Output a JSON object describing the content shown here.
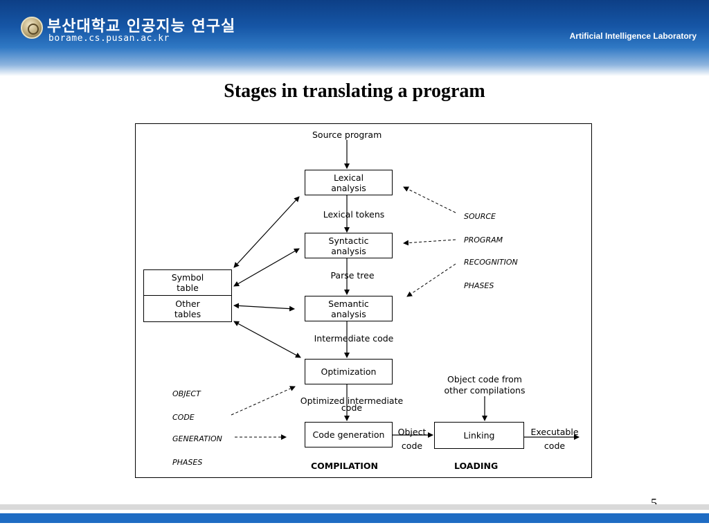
{
  "header": {
    "lab_korean": "부산대학교 인공지능 연구실",
    "lab_url": "borame.cs.pusan.ac.kr",
    "lab_english": "Artificial Intelligence Laboratory"
  },
  "slide": {
    "title": "Stages in translating a program",
    "page_number": "5"
  },
  "diagram": {
    "source_program": "Source program",
    "lexical_analysis_line1": "Lexical",
    "lexical_analysis_line2": "analysis",
    "lexical_tokens": "Lexical tokens",
    "syntactic_analysis_line1": "Syntactic",
    "syntactic_analysis_line2": "analysis",
    "parse_tree": "Parse tree",
    "semantic_analysis_line1": "Semantic",
    "semantic_analysis_line2": "analysis",
    "intermediate_code": "Intermediate code",
    "optimization": "Optimization",
    "optimized_intermediate_line1": "Optimized intermediate",
    "optimized_intermediate_line2": "code",
    "code_generation": "Code generation",
    "object_code_line1": "Object",
    "object_code_line2": "code",
    "linking": "Linking",
    "executable_line1": "Executable",
    "executable_line2": "code",
    "object_code_from_line1": "Object code from",
    "object_code_from_line2": "other compilations",
    "symbol_table_line1": "Symbol",
    "symbol_table_line2": "table",
    "other_tables_line1": "Other",
    "other_tables_line2": "tables",
    "compilation": "COMPILATION",
    "loading": "LOADING",
    "source_recognition": [
      "SOURCE",
      "PROGRAM",
      "RECOGNITION",
      "PHASES"
    ],
    "object_generation": [
      "OBJECT",
      "CODE",
      "GENERATION",
      "PHASES"
    ]
  }
}
